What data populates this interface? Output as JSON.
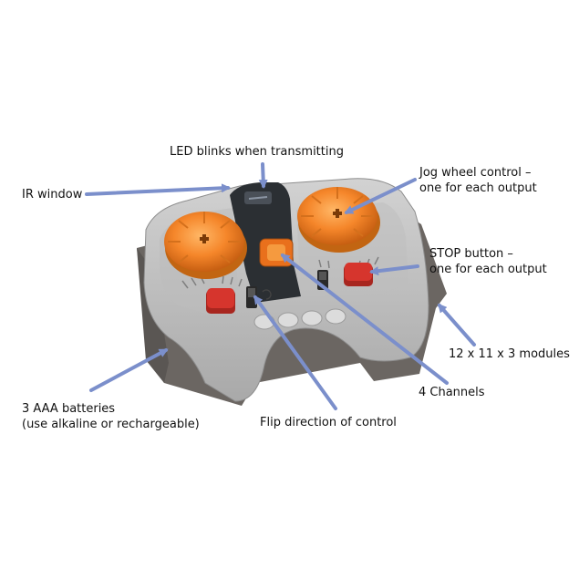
{
  "labels": {
    "led": "LED blinks when transmitting",
    "ir": "IR window",
    "jog_line1": "Jog wheel control –",
    "jog_line2": "one for each output",
    "stop_line1": "STOP button –",
    "stop_line2": "one for each output",
    "modules": "12 x 11 x 3 modules",
    "channels": "4 Channels",
    "batteries_line1": "3 AAA batteries",
    "batteries_line2": "(use alkaline or rechargeable)",
    "flip": "Flip direction of control"
  },
  "colors": {
    "arrow": "#7b8fcb",
    "body_gray": "#b8b8b8",
    "body_light": "#c9c9c9",
    "battery_dark": "#6b6662",
    "wheel_orange": "#f5862a",
    "stop_red": "#d6352d",
    "window_black": "#2b2f33"
  }
}
